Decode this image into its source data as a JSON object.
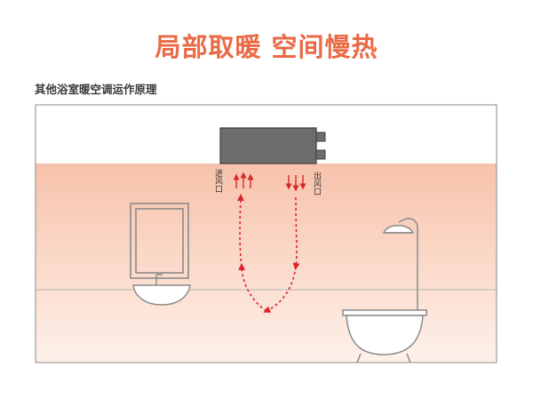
{
  "header": {
    "title": "局部取暖 空间慢热",
    "subtitle": "其他浴室暖空调运作原理"
  },
  "labels": {
    "intake": "进风口",
    "outlet": "出风口"
  },
  "colors": {
    "title": "#ea6a45",
    "arrow": "#d8262a",
    "outline": "#8a8a8a",
    "unit_fill": "#6d6d6d"
  }
}
